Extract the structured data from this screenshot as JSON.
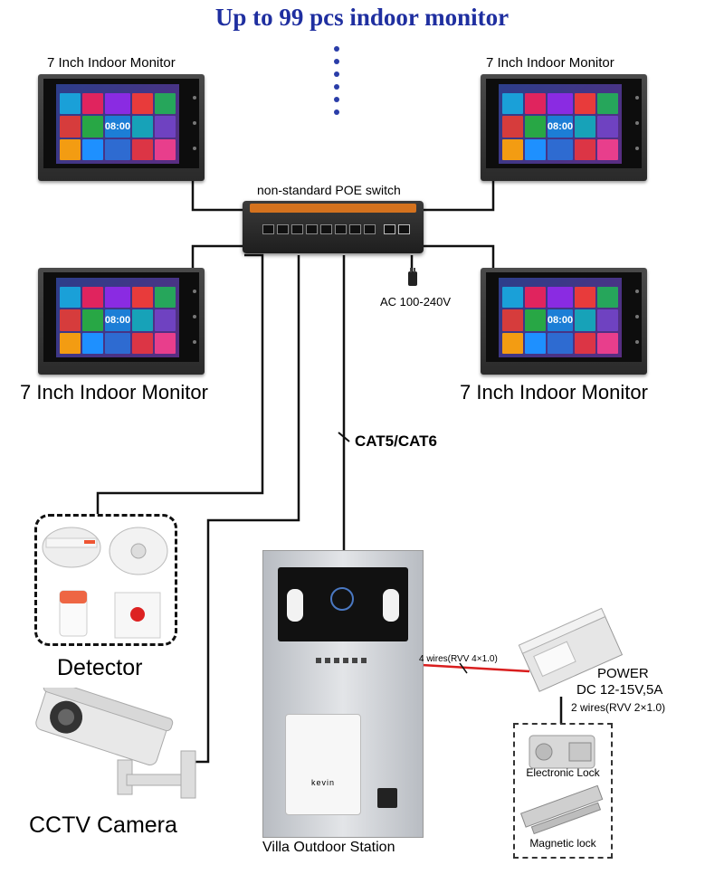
{
  "title": "Up to 99 pcs indoor monitor",
  "monitors": {
    "top_left_label": "7 Inch Indoor Monitor",
    "top_right_label": "7 Inch Indoor Monitor",
    "mid_left_label": "7 Inch Indoor Monitor",
    "mid_right_label": "7 Inch Indoor Monitor",
    "clock": "08:00"
  },
  "switch": {
    "label": "non-standard POE switch",
    "power_label": "AC 100-240V"
  },
  "cable_label": "CAT5/CAT6",
  "detector_label": "Detector",
  "cctv_label": "CCTV Camera",
  "outdoor": {
    "label": "Villa Outdoor Station",
    "brand": "kevin"
  },
  "wires": {
    "four_wires": "4 wires(RVV 4×1.0)",
    "two_wires": "2 wires(RVV 2×1.0)"
  },
  "power": {
    "line1": "POWER",
    "line2": "DC 12-15V,5A"
  },
  "locks": {
    "electronic": "Electronic Lock",
    "magnetic": "Magnetic lock"
  },
  "colors": {
    "title": "#1f2fa0",
    "wire_red": "#d91e1e"
  },
  "icons": [
    "monitor-icon",
    "poe-switch-icon",
    "power-plug-icon",
    "smoke-detector-icon",
    "gas-detector-icon",
    "panic-button-icon",
    "cctv-camera-icon",
    "outdoor-station-icon",
    "power-supply-icon",
    "electronic-lock-icon",
    "magnetic-lock-icon"
  ]
}
